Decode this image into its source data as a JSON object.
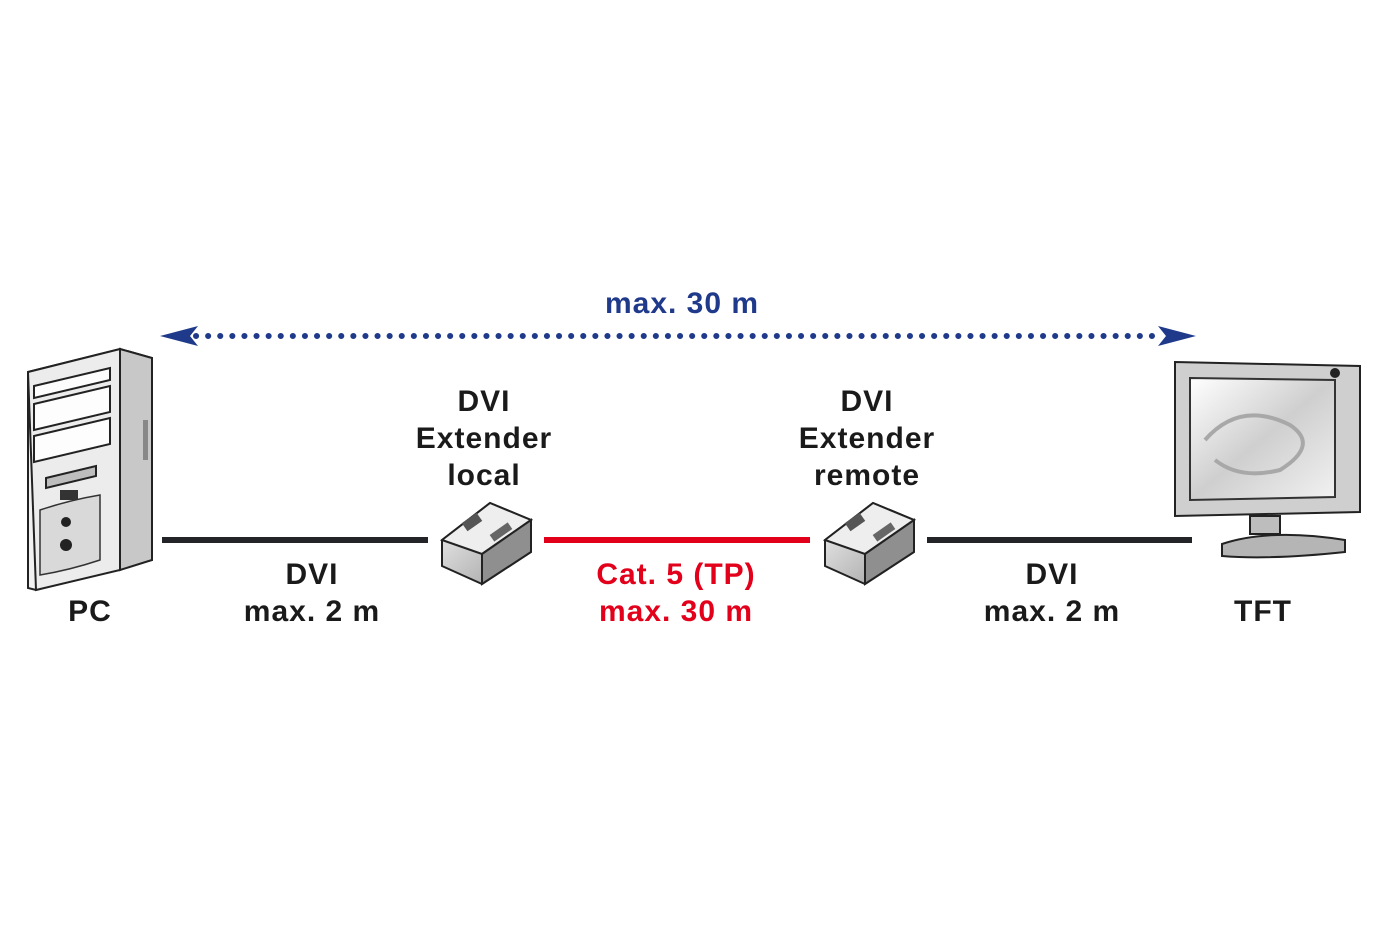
{
  "colors": {
    "range_blue": "#1f3a8a",
    "dvi_line": "#222428",
    "cat5_red": "#e3001b",
    "text_black": "#1a1a1a"
  },
  "range": {
    "label": "max. 30 m"
  },
  "pc": {
    "label": "PC",
    "icon": "pc-tower-icon"
  },
  "tft": {
    "label": "TFT",
    "icon": "monitor-icon"
  },
  "extender_local": {
    "line1": "DVI",
    "line2": "Extender",
    "line3": "local",
    "icon": "extender-box-icon"
  },
  "extender_remote": {
    "line1": "DVI",
    "line2": "Extender",
    "line3": "remote",
    "icon": "extender-box-icon"
  },
  "cable_left": {
    "line1": "DVI",
    "line2": "max. 2 m"
  },
  "cable_mid": {
    "line1": "Cat. 5 (TP)",
    "line2": "max. 30 m"
  },
  "cable_right": {
    "line1": "DVI",
    "line2": "max. 2 m"
  }
}
